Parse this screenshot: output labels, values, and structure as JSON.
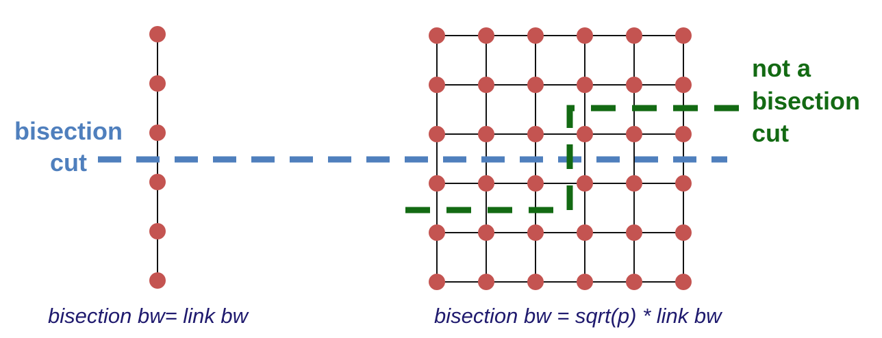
{
  "colors": {
    "node": "#c45451",
    "edge": "#111111",
    "bisection_cut": "#4f7fbd",
    "not_bisection_cut": "#136a13",
    "caption": "#1f1a6e"
  },
  "diagram": {
    "linear_array": {
      "node_count": 6,
      "caption": "bisection bw= link bw"
    },
    "mesh": {
      "rows": 6,
      "cols": 6,
      "caption": "bisection bw = sqrt(p) * link bw"
    },
    "bisection_cut_label": [
      "bisection",
      "cut"
    ],
    "not_bisection_cut_label": [
      "not a",
      "bisection",
      "cut"
    ]
  }
}
